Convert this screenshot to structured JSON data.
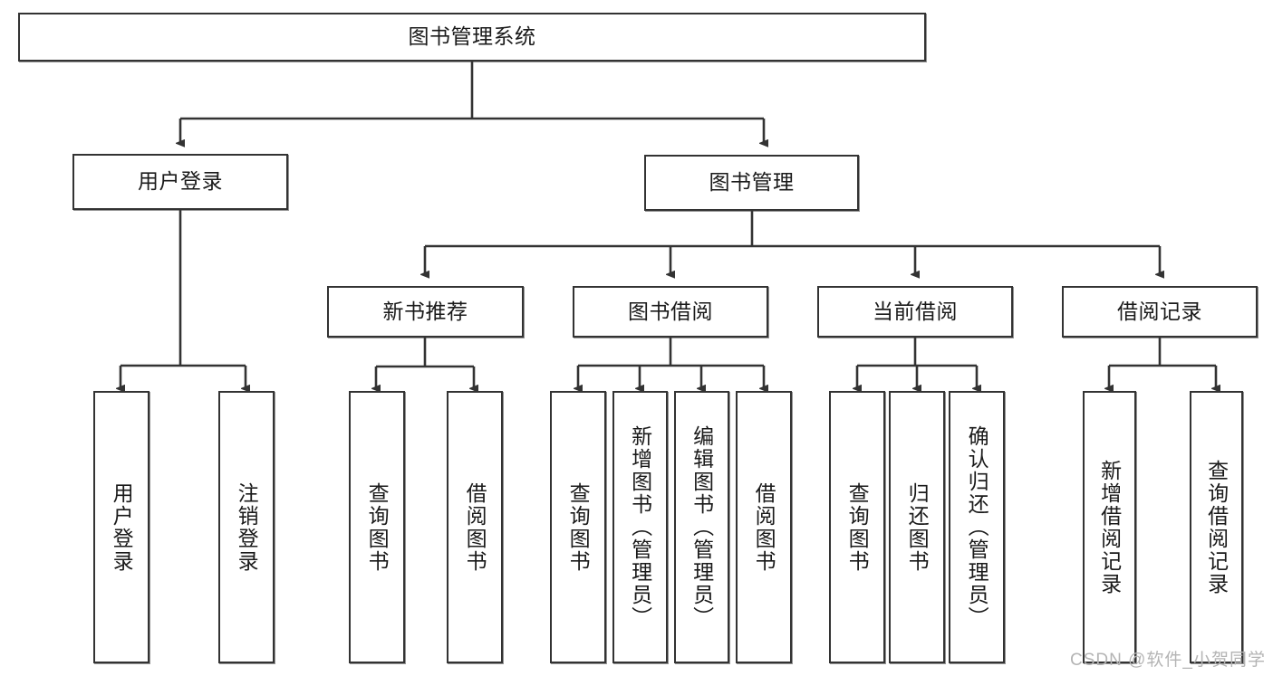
{
  "diagram": {
    "title": "图书管理系统",
    "type": "tree",
    "root": {
      "label": "图书管理系统"
    },
    "level2": [
      {
        "label": "用户登录"
      },
      {
        "label": "图书管理"
      }
    ],
    "level3": [
      {
        "label": "新书推荐"
      },
      {
        "label": "图书借阅"
      },
      {
        "label": "当前借阅"
      },
      {
        "label": "借阅记录"
      }
    ],
    "leaves": {
      "user_login": [
        {
          "label": "用户登录"
        },
        {
          "label": "注销登录"
        }
      ],
      "new_book_recommend": [
        {
          "label": "查询图书"
        },
        {
          "label": "借阅图书"
        }
      ],
      "book_borrow": [
        {
          "label": "查询图书"
        },
        {
          "label": "新增图书（管理员）"
        },
        {
          "label": "编辑图书（管理员）"
        },
        {
          "label": "借阅图书"
        }
      ],
      "current_borrow": [
        {
          "label": "查询图书"
        },
        {
          "label": "归还图书"
        },
        {
          "label": "确认归还（管理员）"
        }
      ],
      "borrow_record": [
        {
          "label": "新增借阅记录"
        },
        {
          "label": "查询借阅记录"
        }
      ]
    }
  },
  "watermark": {
    "text": "CSDN @软件_小贺同学"
  },
  "colors": {
    "stroke": "#333333",
    "fill": "#ffffff",
    "text": "#1a1a1a",
    "watermark": "#b4b4b4"
  }
}
